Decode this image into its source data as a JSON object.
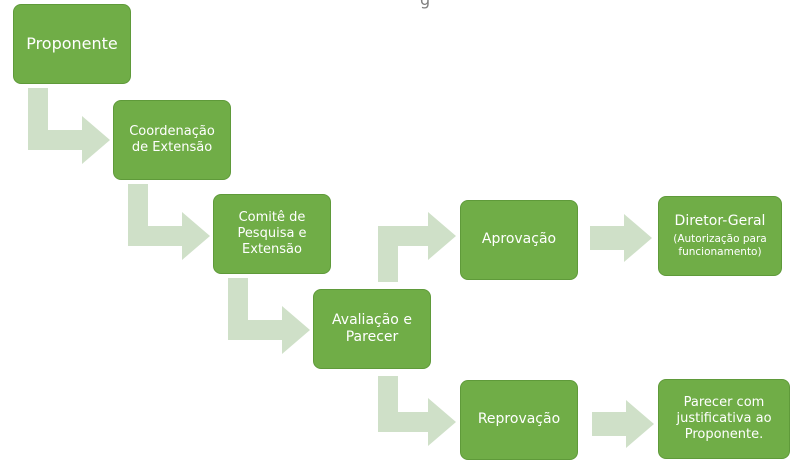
{
  "colors": {
    "box_fill": "#70ad47",
    "box_text": "#ffffff",
    "arrow_fill": "#cfe0c8"
  },
  "top_fragment": "g",
  "nodes": {
    "proponente": {
      "label": "Proponente"
    },
    "coordenacao": {
      "line1": "Coordenação",
      "line2": "de Extensão"
    },
    "comite": {
      "line1": "Comitê de",
      "line2": "Pesquisa e",
      "line3": "Extensão"
    },
    "avaliacao": {
      "line1": "Avaliação e",
      "line2": "Parecer"
    },
    "aprovacao": {
      "label": "Aprovação"
    },
    "reprovacao": {
      "label": "Reprovação"
    },
    "diretor": {
      "title": "Diretor-Geral",
      "sub1": "(Autorização para",
      "sub2": "funcionamento)"
    },
    "parecer": {
      "line1": "Parecer com",
      "line2": "justificativa ao",
      "line3": "Proponente."
    }
  }
}
